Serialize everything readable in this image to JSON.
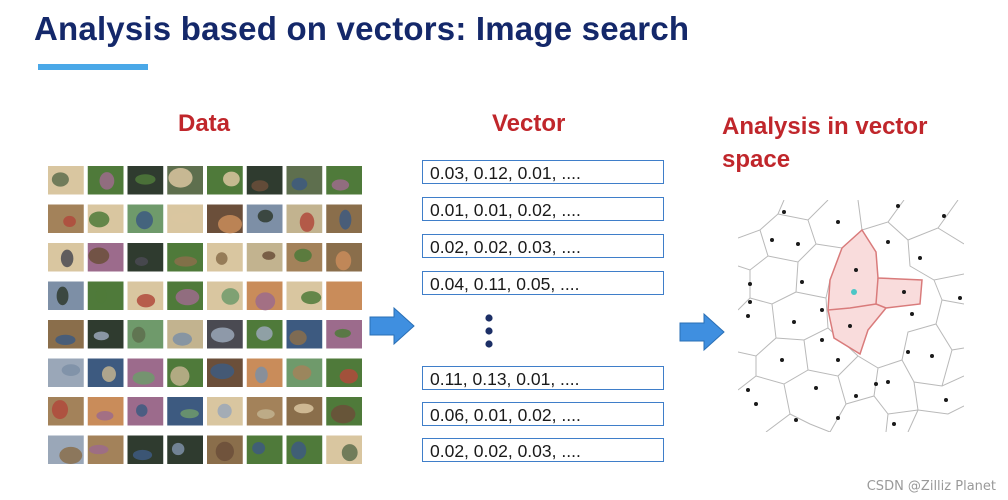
{
  "title": "Analysis based on vectors: Image search",
  "columns": {
    "data": "Data",
    "vector": "Vector",
    "analysis": "Analysis in vector space"
  },
  "vectors": [
    "0.03, 0.12, 0.01, ....",
    "0.01, 0.01, 0.02, ....",
    "0.02, 0.02, 0.03, ....",
    "0.04, 0.11, 0.05, ....",
    "0.11, 0.13, 0.01, ....",
    "0.06, 0.01, 0.02, ....",
    "0.02, 0.02, 0.03, ...."
  ],
  "thumbnails": {
    "rows": 8,
    "cols": 8,
    "palette": [
      "#8a6e4b",
      "#4f7a3a",
      "#9aa7b8",
      "#c2b38f",
      "#6b4f3a",
      "#3d5a80",
      "#b04a3c",
      "#d9c6a0",
      "#5e6f4e",
      "#a3825a",
      "#2f3b2f",
      "#7d8fa6",
      "#c98c5a",
      "#4a4a52",
      "#9c6b8c",
      "#6f9a6b"
    ]
  },
  "colors": {
    "title": "#14286a",
    "accent": "#4aa8e8",
    "heading": "#c0262b",
    "box_border": "#3f7ec9",
    "arrow": "#3f8fe0",
    "highlight_fill": "#f9dcdc",
    "highlight_stroke": "#d97b7b",
    "query_point": "#4cc6c6"
  },
  "watermark": "CSDN @Zilliz Planet"
}
